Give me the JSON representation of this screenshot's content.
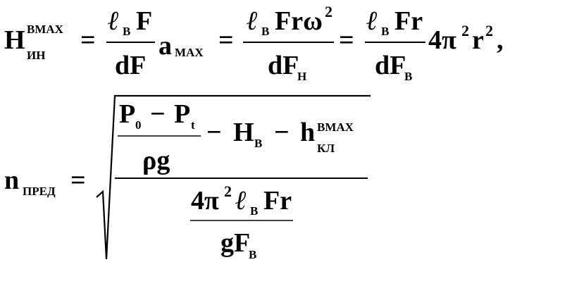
{
  "formula1": {
    "lhs": {
      "symbol": "H",
      "superscript": "ВМАХ",
      "subscript": "ИН"
    },
    "eq1": "=",
    "frac1": {
      "num_ell": "ℓ",
      "num_ell_sub": "В",
      "num_rest": "F",
      "den": "dF"
    },
    "after_frac1": "a",
    "after_frac1_sub": "МАХ",
    "eq2": "=",
    "frac2": {
      "num_ell": "ℓ",
      "num_ell_sub": "В",
      "num_rest": "Frω",
      "num_sup": "2",
      "den": "dF",
      "den_sub": "Н"
    },
    "eq3": "=",
    "frac3": {
      "num_ell": "ℓ",
      "num_ell_sub": "В",
      "num_rest": "Fr",
      "den": "dF",
      "den_sub": "В"
    },
    "tail_coef": "4π",
    "tail_coef_sup": "2",
    "tail_var": "r",
    "tail_var_sup": "2",
    "tail_punct": ","
  },
  "formula2": {
    "lhs": {
      "symbol": "n",
      "subscript": "ПРЕД"
    },
    "eq": "=",
    "inner_frac": {
      "num_p0": "P",
      "num_p0_sub": "0",
      "num_minus": "−",
      "num_pt": "P",
      "num_pt_sub": "t",
      "den": "ρg"
    },
    "minus1": "−",
    "hb": "H",
    "hb_sub": "В",
    "minus2": "−",
    "hkl": "h",
    "hkl_sup": "ВМАХ",
    "hkl_sub": "КЛ",
    "denominator": {
      "num_coef": "4π",
      "num_coef_sup": "2",
      "num_ell": "ℓ",
      "num_ell_sub": "В",
      "num_rest": "Fr",
      "den": "gF",
      "den_sub": "В"
    }
  }
}
